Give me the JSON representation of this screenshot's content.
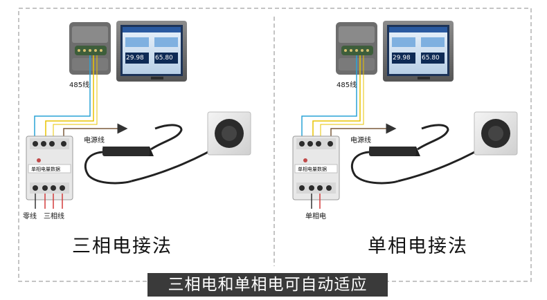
{
  "left_panel": {
    "cable_label": "485线",
    "power_label": "电源线",
    "neutral_label": "零线",
    "phase_label": "三相线",
    "device_text": "单相电量数据",
    "screen_value_1": "29.98",
    "screen_value_2": "65.80",
    "title": "三相电接法"
  },
  "right_panel": {
    "cable_label": "485线",
    "power_label": "电源线",
    "phase_label": "单相电",
    "device_text": "单相电量数据",
    "screen_value_1": "29.98",
    "screen_value_2": "65.80",
    "title": "单相电接法"
  },
  "footer": {
    "text": "三相电和单相电可自动适应"
  },
  "colors": {
    "wire_blue": "#29a3d6",
    "wire_yellow": "#e8c400",
    "wire_brown": "#7a5a3a",
    "wire_red": "#d23a3a",
    "wire_dark": "#333333",
    "footer_bg": "#3a3a3a"
  }
}
